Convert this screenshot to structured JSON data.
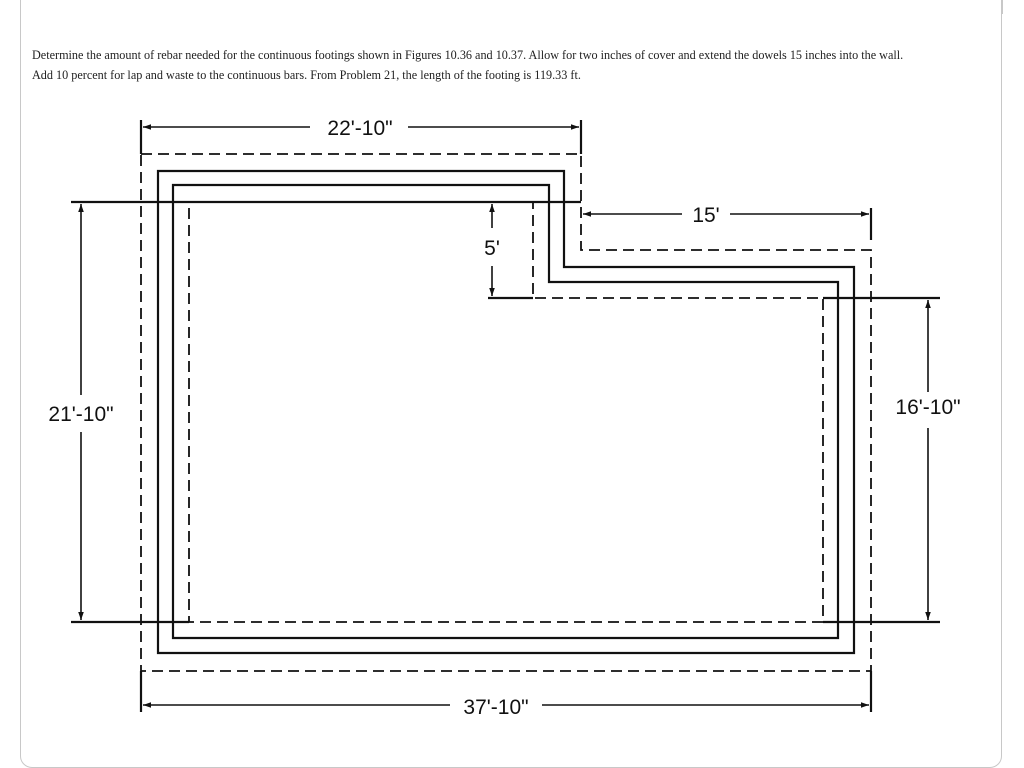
{
  "problem": {
    "line1": "Determine the amount of rebar needed for the continuous footings shown in Figures 10.36 and 10.37. Allow for two inches of cover and extend the dowels 15 inches into the wall.",
    "line2": "Add 10 percent for lap and waste to the continuous bars.  From Problem 21, the length of the footing is 119.33 ft."
  },
  "figure": {
    "dim_top": "22'-10\"",
    "dim_notch_width": "15'",
    "dim_notch_depth": "5'",
    "dim_left": "21'-10\"",
    "dim_right": "16'-10\"",
    "dim_bottom": "37'-10\""
  },
  "colors": {
    "line": "#111111",
    "text": "#222222",
    "border": "#c8c8c8"
  }
}
